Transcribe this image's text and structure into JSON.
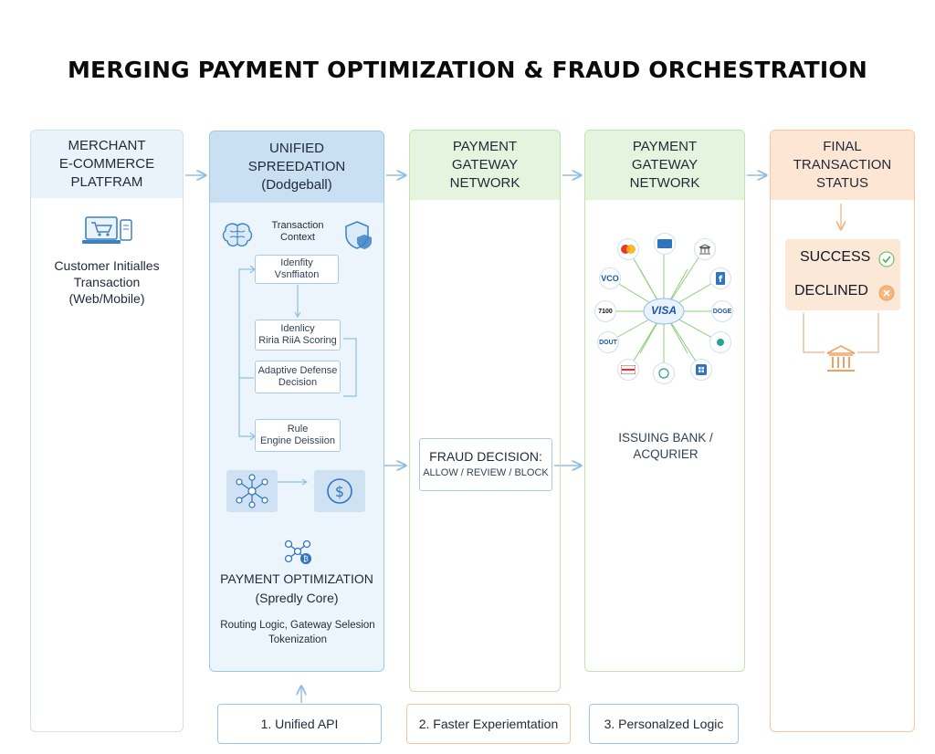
{
  "title": "MERGING PAYMENT OPTIMIZATION & FRAUD ORCHESTRATION",
  "columns": {
    "merchant": {
      "header": [
        "MERCHANT",
        "E-COMMERCE",
        "PLATFRAM"
      ],
      "text": [
        "Customer Initialles",
        "Transaction",
        "(Web/Mobile)"
      ],
      "icon": "shopping-cart-laptop-icon"
    },
    "unified": {
      "header": [
        "UNIFIED",
        "SPREEDATION",
        "(Dodgeball)"
      ],
      "context_label": [
        "Transaction",
        "Context"
      ],
      "steps": [
        [
          "Idenfity",
          "Vsnffiaton"
        ],
        [
          "Idenlicy",
          "Riria RiiA Scoring"
        ],
        [
          "Adaptive Defense",
          "Decision"
        ],
        [
          "Rule",
          "Engine Deissiion"
        ]
      ],
      "optimization_title": "PAYMENT OPTIMIZATION",
      "optimization_subtitle": "(Spredly Core)",
      "optimization_details": [
        "Routing Logic, Gateway Selesion",
        "Tokenization"
      ],
      "icons": [
        "brain-icon",
        "shield-icon",
        "network-icon",
        "dollar-icon",
        "optimization-icon"
      ]
    },
    "gateway1": {
      "header": [
        "PAYMENT",
        "GATEWAY",
        "NETWORK"
      ],
      "fraud_decision_title": "FRAUD DECISION:",
      "fraud_decision_options": "ALLOW / REVIEW / BLOCK"
    },
    "gateway2": {
      "header": [
        "PAYMENT",
        "GATEWAY",
        "NETWORK"
      ],
      "hub_label": "VISA",
      "node_labels": [
        "VISA",
        "",
        "",
        "VCO",
        "",
        "7100",
        "DOGE",
        "DOUT",
        "",
        "",
        ""
      ],
      "caption": [
        "ISSUING BANK /",
        "ACQURIER"
      ]
    },
    "final": {
      "header": [
        "FINAL",
        "TRANSACTION",
        "STATUS"
      ],
      "success": "SUCCESS",
      "declined": "DECLINED",
      "icons": [
        "check-icon",
        "x-icon",
        "bank-icon"
      ]
    }
  },
  "bottom_boxes": [
    "1. Unified API",
    "2. Faster Experiemtation",
    "3. Personalzed Logic"
  ],
  "colors": {
    "blue_border": "#9ec6e8",
    "blue_fill": "#edf5fc",
    "green_border": "#bfe3b1",
    "green_fill": "#e5f4de",
    "orange_border": "#f6c7a0",
    "orange_fill": "#fde6d4",
    "arrow": "#8fbde6"
  }
}
